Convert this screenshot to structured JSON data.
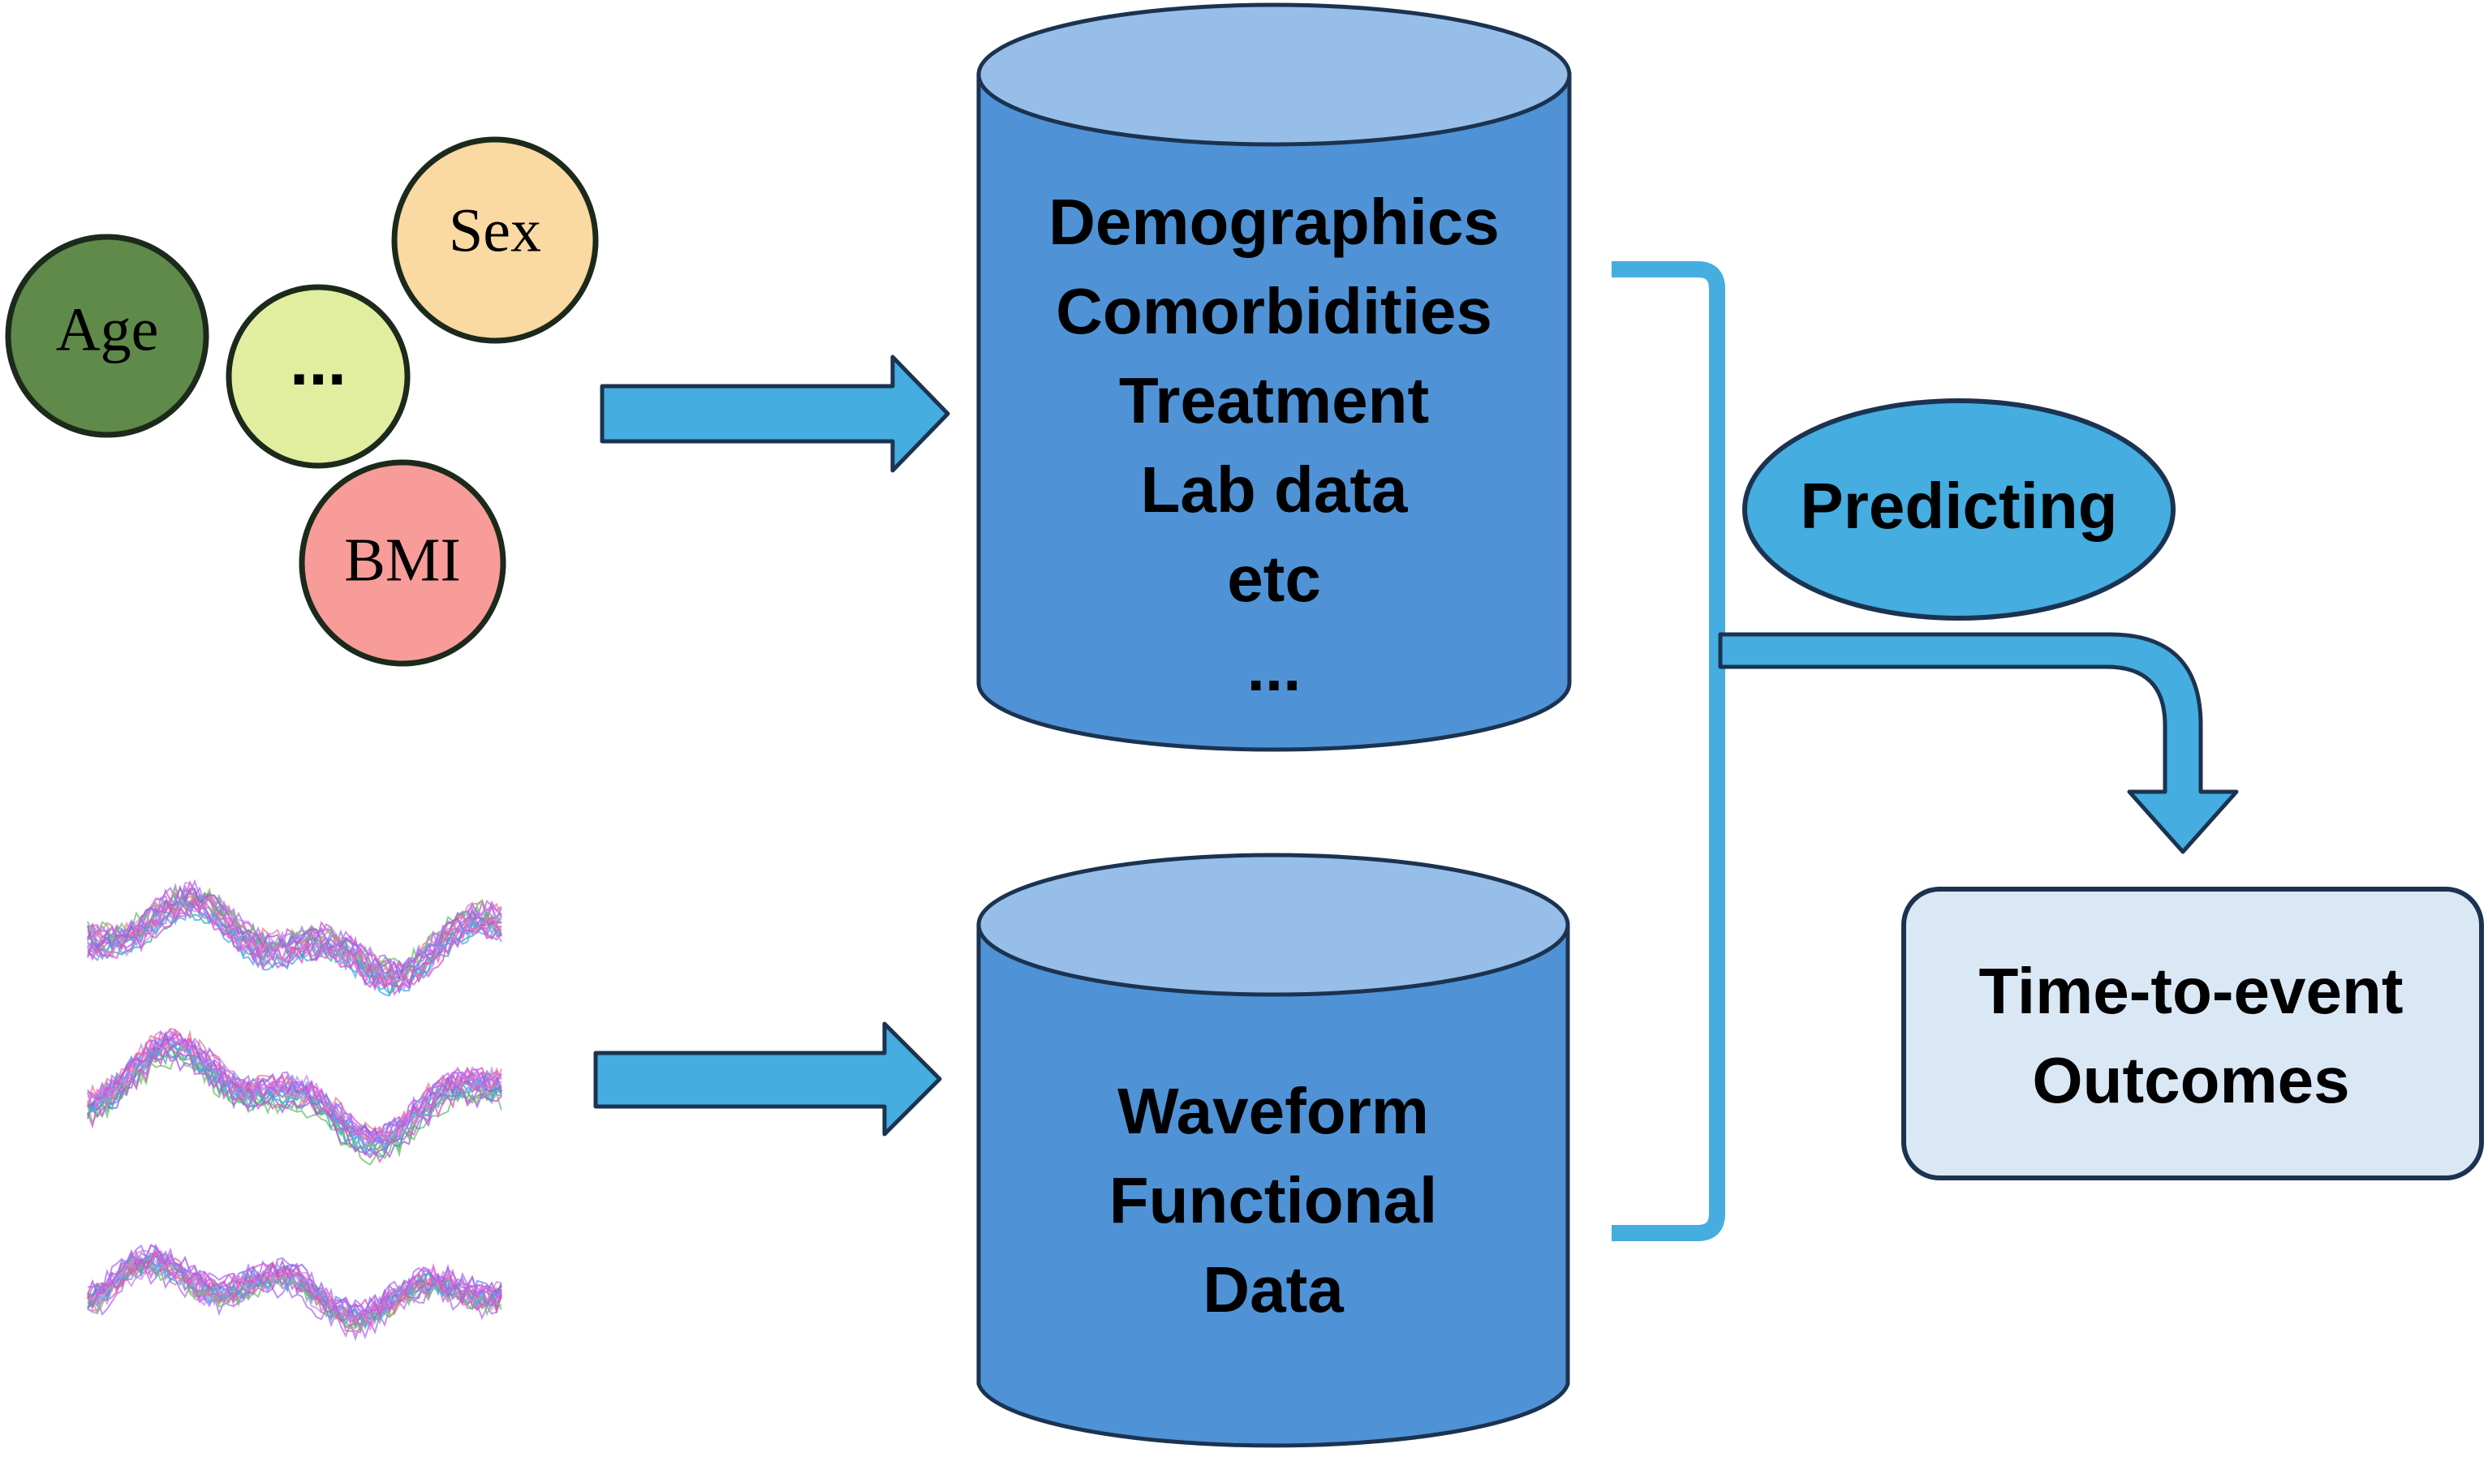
{
  "variables": {
    "age": "Age",
    "sex": "Sex",
    "ellipsis": "...",
    "bmi": "BMI"
  },
  "database_top": {
    "lines": [
      "Demographics",
      "Comorbidities",
      "Treatment",
      "Lab data",
      "etc",
      "..."
    ]
  },
  "database_bottom": {
    "lines": [
      "Waveform",
      "Functional",
      "Data"
    ]
  },
  "predicting": "Predicting",
  "outcome": {
    "lines": [
      "Time-to-event",
      "Outcomes"
    ]
  },
  "colors": {
    "cylinder_body": "#4f93d6",
    "cylinder_top": "#96bee8",
    "arrow": "#45addf",
    "outline": "#1b3350",
    "age": "#5f8a4a",
    "ellipsis_circle": "#e1ee9f",
    "sex": "#fbd9a2",
    "bmi": "#f79c99",
    "outcome_box": "#dae8f6"
  }
}
